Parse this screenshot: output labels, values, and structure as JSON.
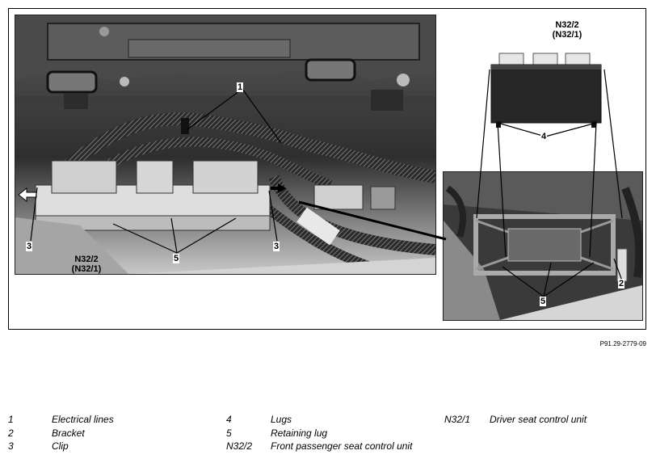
{
  "callouts": {
    "c1": "1",
    "c2": "2",
    "c3_left": "3",
    "c3_right": "3",
    "c4": "4",
    "c5_main": "5",
    "c5_detail": "5"
  },
  "unit_labels": {
    "main_line1": "N32/2",
    "main_line2": "(N32/1)",
    "detail_line1": "N32/2",
    "detail_line2": "(N32/1)"
  },
  "reference": "P91.29-2779-09",
  "legend": {
    "col1": [
      {
        "key": "1",
        "desc": "Electrical lines"
      },
      {
        "key": "2",
        "desc": "Bracket"
      },
      {
        "key": "3",
        "desc": "Clip"
      }
    ],
    "col2": [
      {
        "key": "4",
        "desc": "Lugs"
      },
      {
        "key": "5",
        "desc": "Retaining lug"
      },
      {
        "key": "N32/2",
        "desc": "Front passenger seat control unit"
      }
    ],
    "col3": [
      {
        "key": "N32/1",
        "desc": "Driver seat control unit"
      }
    ]
  },
  "colors": {
    "photo_dark": "#3a3a3a",
    "photo_mid": "#8a8a8a",
    "photo_light": "#d8d8d8",
    "unit_white": "#ececec"
  }
}
